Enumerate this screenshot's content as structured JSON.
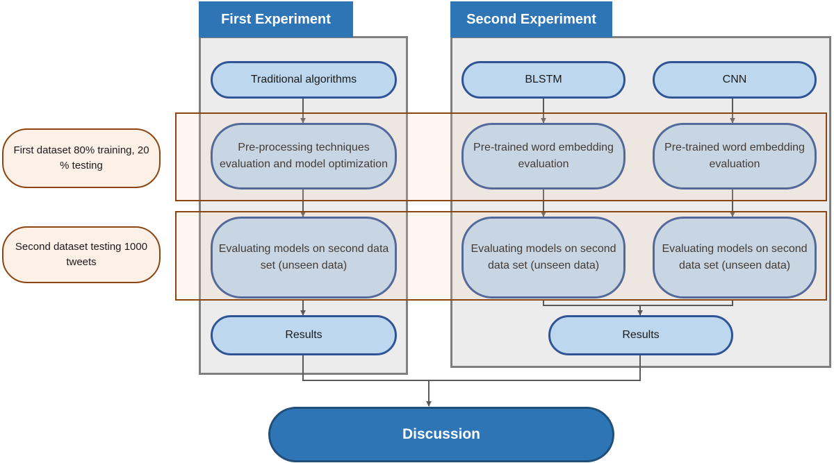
{
  "experiments": {
    "first": {
      "title": "First Experiment",
      "model": "Traditional algorithms",
      "step1": "Pre-processing techniques evaluation and model optimization",
      "step2": "Evaluating models on second data set (unseen data)",
      "results": "Results"
    },
    "second": {
      "title": "Second Experiment",
      "model_a": "BLSTM",
      "model_b": "CNN",
      "step1_a": "Pre-trained word embedding evaluation",
      "step1_b": "Pre-trained word embedding evaluation",
      "step2_a": "Evaluating models on second data set (unseen data)",
      "step2_b": "Evaluating models on second data set (unseen data)",
      "results": "Results"
    }
  },
  "datasets": {
    "first": "First dataset 80% training, 20 % testing",
    "second": "Second dataset testing 1000 tweets"
  },
  "discussion": "Discussion",
  "colors": {
    "panel_fill": "#ececec",
    "panel_border": "#7f7f7f",
    "tab_fill": "#2e75b6",
    "node_fill": "#bdd7ee",
    "node_border": "#2f5496",
    "band_border": "#8b4513",
    "side_fill": "#fdf0e6",
    "connector": "#595959"
  }
}
